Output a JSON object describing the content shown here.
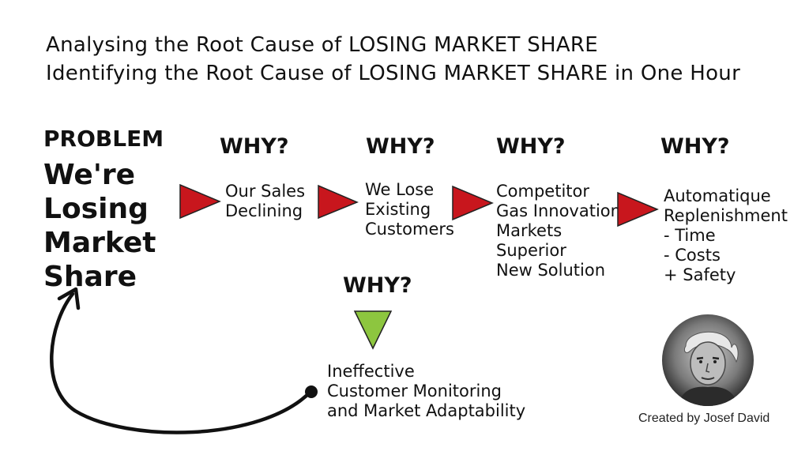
{
  "title": {
    "line1": "Analysing the Root Cause of LOSING MARKET SHARE",
    "line2": "Identifying the Root Cause of LOSING MARKET SHARE in One Hour"
  },
  "problem": {
    "label": "PROBLEM",
    "lines": [
      "We're",
      "Losing",
      "Market",
      "Share"
    ]
  },
  "steps": [
    {
      "why": "WHY?",
      "lines": [
        "Our Sales",
        "Declining"
      ]
    },
    {
      "why": "WHY?",
      "lines": [
        "We Lose",
        "Existing",
        "Customers"
      ]
    },
    {
      "why": "WHY?",
      "lines": [
        "Competitor",
        "Gas Innovation",
        "Markets",
        "Superior",
        "New Solution"
      ]
    },
    {
      "why": "WHY?",
      "lines": [
        "Automatique",
        "Replenishment",
        "- Time",
        "- Costs",
        "+ Safety"
      ]
    }
  ],
  "root_cause": {
    "why": "WHY?",
    "lines": [
      "Ineffective",
      "Customer Monitoring",
      "and Market Adaptability"
    ]
  },
  "credit": "Created by Josef David",
  "colors": {
    "arrow_red": "#c8161d",
    "arrow_green": "#8dc63f",
    "ink": "#111111"
  },
  "icons": {
    "step_arrow": "red-triangle-right-icon",
    "root_arrow": "green-triangle-down-icon",
    "loop_arrow": "curved-arrow-icon"
  }
}
